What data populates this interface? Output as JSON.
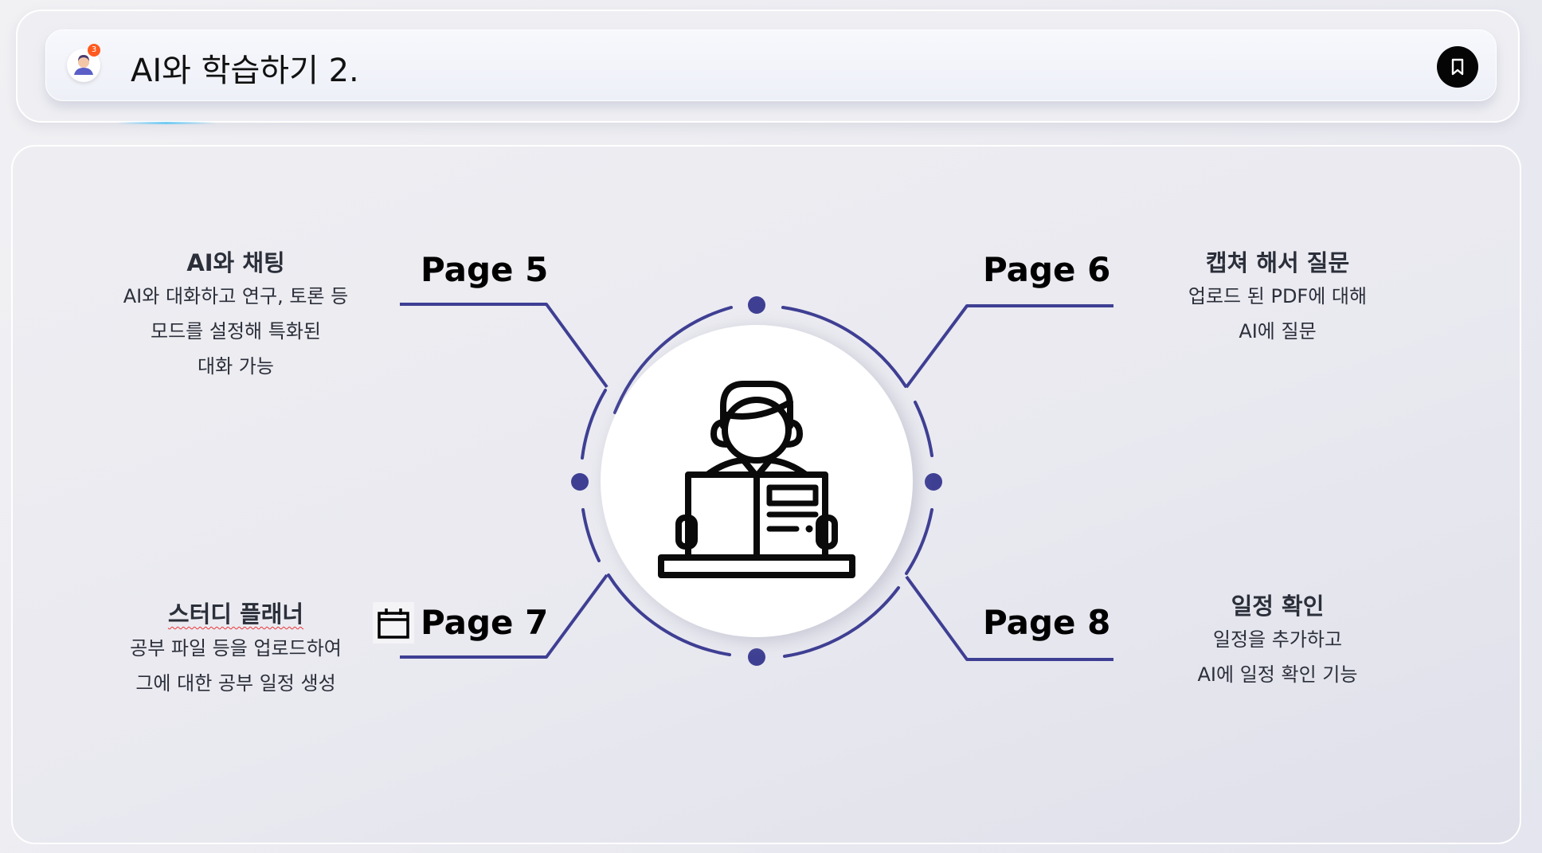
{
  "header": {
    "title": "AI와 학습하기 2.",
    "avatar_badge": "3",
    "avatar_icon": "user-avatar-icon",
    "bookmark_icon": "bookmark-icon"
  },
  "diagram": {
    "center_icon": "student-reading-book-icon",
    "accent_color": "#3e3f93",
    "items": [
      {
        "page": "Page 5",
        "title": "AI와 채팅",
        "desc": [
          "AI와 대화하고 연구, 토론 등",
          "모드를 설정해 특화된",
          "대화 가능"
        ]
      },
      {
        "page": "Page 6",
        "title": "캡쳐 해서 질문",
        "desc": [
          "업로드 된 PDF에 대해",
          "AI에 질문"
        ]
      },
      {
        "page": "Page 7",
        "title": "스터디 플래너",
        "desc": [
          "공부 파일 등을 업로드하여",
          "그에 대한 공부 일정 생성"
        ],
        "icon": "calendar-icon"
      },
      {
        "page": "Page 8",
        "title": "일정 확인",
        "desc": [
          "일정을 추가하고",
          "AI에 일정 확인 기능"
        ]
      }
    ]
  }
}
